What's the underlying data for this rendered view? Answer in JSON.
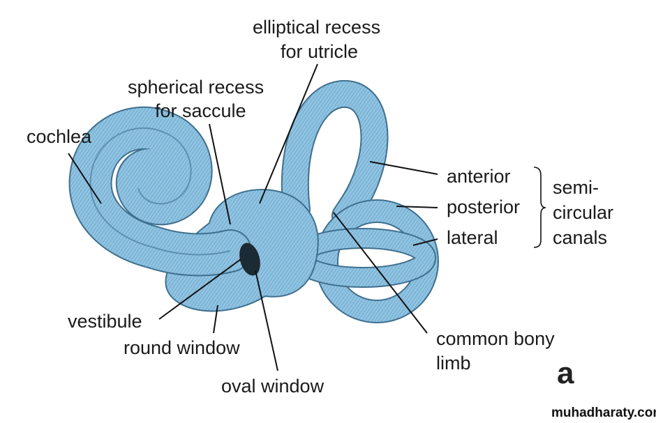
{
  "figure": {
    "panel_letter": "a",
    "watermark": "muhadharaty.com",
    "colors": {
      "bone": "#8fc3e2",
      "bone_dark": "#4f86a8",
      "window": "#1c2a33",
      "line": "#111111"
    },
    "labels": {
      "elliptical_recess_1": "elliptical recess",
      "elliptical_recess_2": "for utricle",
      "spherical_recess_1": "spherical recess",
      "spherical_recess_2": "for saccule",
      "cochlea": "cochlea",
      "anterior": "anterior",
      "posterior": "posterior",
      "lateral": "lateral",
      "semicircular_1": "semi-",
      "semicircular_2": "circular",
      "semicircular_3": "canals",
      "vestibule": "vestibule",
      "round_window": "round window",
      "oval_window": "oval window",
      "common_bony_1": "common bony",
      "common_bony_2": "limb"
    }
  }
}
